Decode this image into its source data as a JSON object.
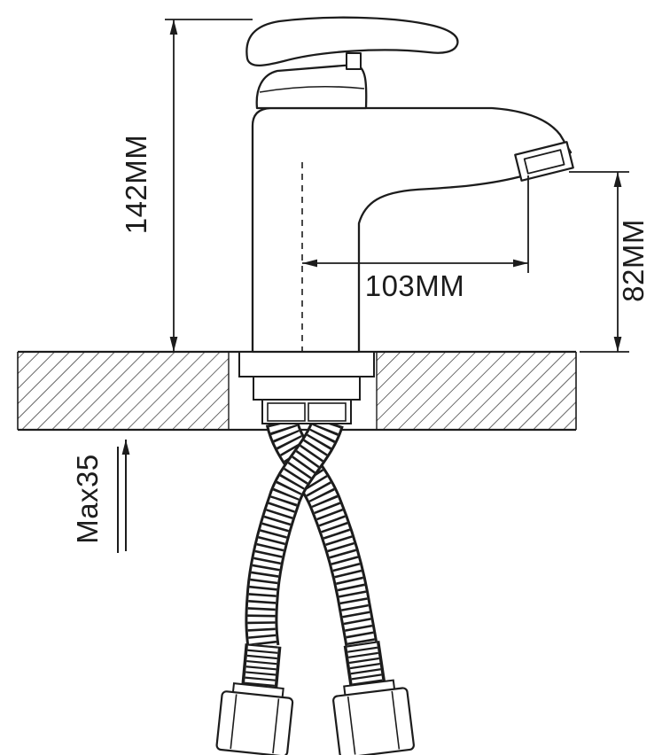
{
  "diagram": {
    "type": "technical-drawing-faucet-dimensions",
    "labels": {
      "overall_height": "142MM",
      "spout_reach": "103MM",
      "spout_height": "82MM",
      "max_mount_thickness": "Max35"
    },
    "colors": {
      "ink": "#1c1c1c",
      "background": "#ffffff"
    }
  }
}
